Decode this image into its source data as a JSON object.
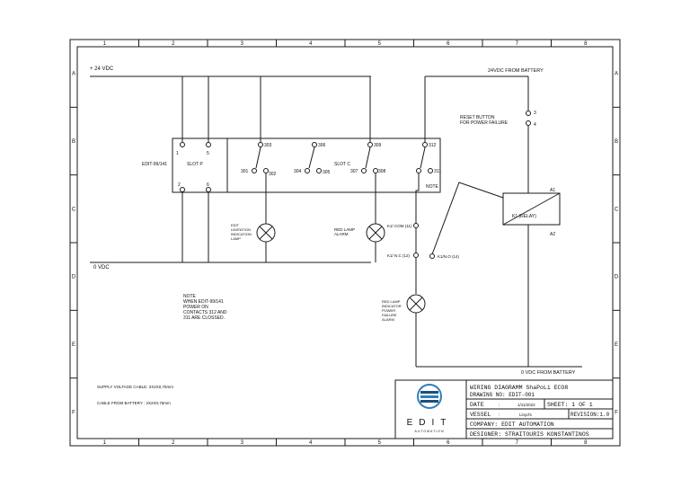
{
  "grid": {
    "columns": [
      "1",
      "2",
      "3",
      "4",
      "5",
      "6",
      "7",
      "8"
    ],
    "rows": [
      "A",
      "B",
      "C",
      "D",
      "E",
      "F"
    ]
  },
  "supply": {
    "plus_24": "+ 24 VDC",
    "zero_vdc": "0 VDC",
    "battery_24": "24VDC FROM BATTERY",
    "battery_0": "0 VDC FROM BATTERY"
  },
  "module": {
    "name": "EDIT-99/141",
    "slot_p": "SLOT P",
    "slot_c": "SLOT C",
    "p_pins": [
      "1",
      "5",
      "2",
      "6"
    ],
    "c_terms": [
      "303",
      "301",
      "302",
      "306",
      "304",
      "305",
      "309",
      "307",
      "308",
      "312",
      "311"
    ],
    "c_note": "NOTE"
  },
  "lamps": {
    "lamp1": [
      "EDIT",
      "LIMITATION",
      "INDICATION",
      "LAMP"
    ],
    "lamp2": [
      "RED LAMP",
      "ALARM"
    ],
    "lamp3": [
      "RED LAMP",
      "INDICATOR",
      "POWER",
      "FAILURE",
      "ALARM"
    ]
  },
  "relay": {
    "reset": [
      "RESET BUTTON",
      "FOR POWER FAILURE"
    ],
    "reset_pins": [
      "3",
      "4"
    ],
    "a1": "A1",
    "a2": "A2",
    "name": "K1 (RELAY)",
    "com": "K1/ COM (11)",
    "nc": "K1/ N.C (12)",
    "no": "K1/N.O (14)"
  },
  "note": [
    "NOTE",
    "WHEN EDIT-99/141",
    "POWER ON",
    "CONTACTS 312 AND",
    "311 ARE CLOSSED."
  ],
  "cables": {
    "supply": "SUPPLY VOLTAGE CABLE: 2X2X0,75mm",
    "battery": "CABLE FROM BATTERY : 2X2X0,75mm"
  },
  "title_block": {
    "title": "WIRING DIAGRAMM ShaPoLi ECO8",
    "drawing_no": "DRAWING NO: EDIT-001",
    "date_label": "DATE",
    "date_sep": ":",
    "date_value": "1/11/2022",
    "sheet": "SHEET: 1 OF 1",
    "vessel_label": "VESSEL",
    "vessel_sep": ":",
    "vessel_value": "Lloyd's",
    "revision": "REVISION:1.0",
    "company": "COMPANY: EDIT AUTOMATION",
    "designer": "DESIGNER: STRAITOURIS KONSTANTINOS",
    "logo_word": "EDIT",
    "logo_sub": "AUTOMATION"
  },
  "colors": {
    "line": "#1a1a1a",
    "logo_blue": "#2e7fb8",
    "logo_dark": "#1b4f7a"
  }
}
